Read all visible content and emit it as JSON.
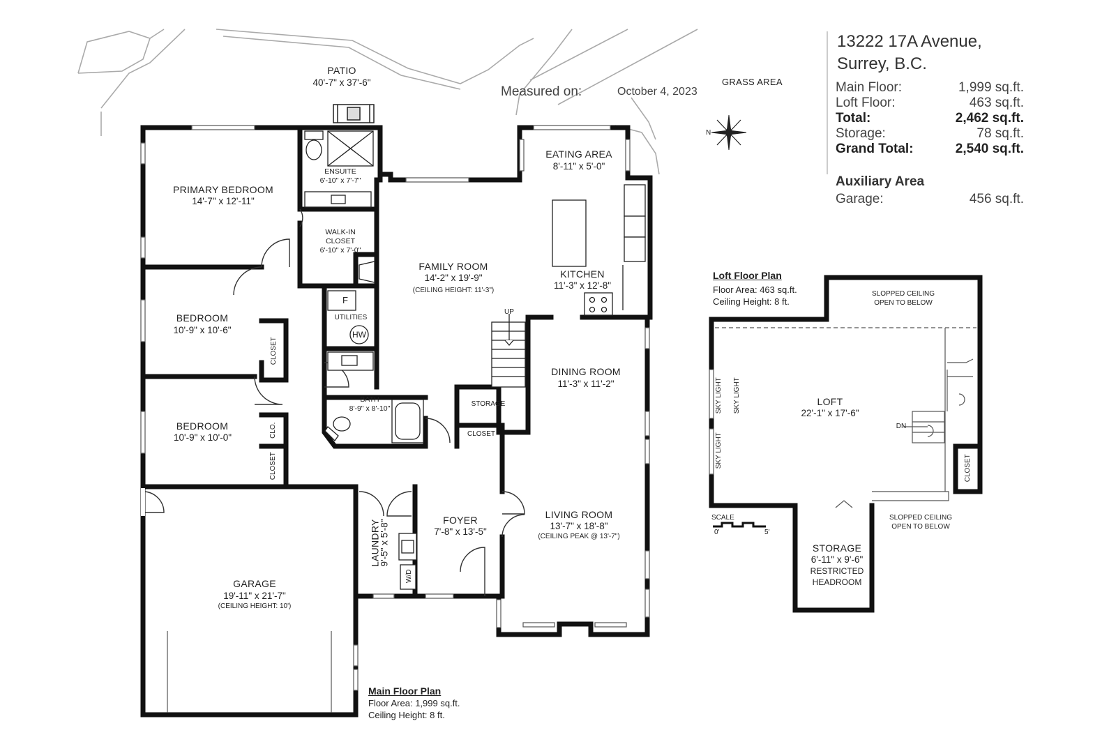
{
  "header": {
    "address_line1": "13222 17A Avenue,",
    "address_line2": "Surrey, B.C."
  },
  "summary": [
    {
      "label": "Main Floor:",
      "value": "1,999 sq.ft.",
      "bold": false
    },
    {
      "label": "Loft Floor:",
      "value": "463 sq.ft.",
      "bold": false
    },
    {
      "label": "Total:",
      "value": "2,462 sq.ft.",
      "bold": true
    },
    {
      "label": "Storage:",
      "value": "78 sq.ft.",
      "bold": false
    },
    {
      "label": "Grand Total:",
      "value": "2,540 sq.ft.",
      "bold": true
    }
  ],
  "auxiliary": {
    "title": "Auxiliary Area",
    "garage_label": "Garage:",
    "garage_value": "456 sq.ft."
  },
  "measured": {
    "label": "Measured on:",
    "date": "October 4, 2023"
  },
  "compass": {
    "letter": "N"
  },
  "main_floor": {
    "title": "Main Floor Plan",
    "area": "Floor Area: 1,999 sq.ft.",
    "ceiling": "Ceiling Height: 8 ft."
  },
  "loft_floor": {
    "title": "Loft Floor Plan",
    "area": "Floor Area: 463 sq.ft.",
    "ceiling": "Ceiling Height: 8 ft."
  },
  "rooms": {
    "patio": {
      "name": "PATIO",
      "dims": "40'-7\" x 37'-6\""
    },
    "grass": {
      "name": "GRASS AREA"
    },
    "primary_bedroom": {
      "name": "PRIMARY BEDROOM",
      "dims": "14'-7\" x 12'-11\""
    },
    "ensuite": {
      "name": "ENSUITE",
      "dims": "6'-10\" x 7'-7\""
    },
    "walkin": {
      "name1": "WALK-IN",
      "name2": "CLOSET",
      "dims": "6'-10\" x 7'-0\""
    },
    "eating": {
      "name": "EATING AREA",
      "dims": "8'-11\" x 5'-0\""
    },
    "family": {
      "name": "FAMILY ROOM",
      "dims": "14'-2\" x 19'-9\"",
      "note": "(CEILING HEIGHT: 11'-3\")"
    },
    "kitchen": {
      "name": "KITCHEN",
      "dims": "11'-3\" x 12'-8\""
    },
    "bedroom1": {
      "name": "BEDROOM",
      "dims": "10'-9\" x 10'-6\""
    },
    "bedroom2": {
      "name": "BEDROOM",
      "dims": "10'-9\" x 10'-0\""
    },
    "utilities": {
      "name": "UTILITIES",
      "furnace": "F",
      "hw": "HW"
    },
    "closet1": {
      "name": "CLOSET"
    },
    "closet_clo": {
      "name": "CLO."
    },
    "closet2": {
      "name": "CLOSET"
    },
    "bath": {
      "name": "BATH",
      "dims": "8'-9\" x 8'-10\""
    },
    "storage_main": {
      "name": "STORAGE"
    },
    "closet_foyer": {
      "name": "CLOSET"
    },
    "dining": {
      "name": "DINING ROOM",
      "dims": "11'-3\" x 11'-2\""
    },
    "living": {
      "name": "LIVING ROOM",
      "dims": "13'-7\" x 18'-8\"",
      "note": "(CEILING PEAK @ 13'-7\")"
    },
    "foyer": {
      "name": "FOYER",
      "dims": "7'-8\" x 13'-5\""
    },
    "laundry": {
      "name": "LAUNDRY",
      "dims": "9'-5\" x 5'-8\"",
      "wd": "W/D"
    },
    "garage": {
      "name": "GARAGE",
      "dims": "19'-11\" x 21'-7\"",
      "note": "(CEILING HEIGHT: 10')"
    },
    "up": {
      "label": "UP"
    },
    "loft": {
      "name": "LOFT",
      "dims": "22'-1\" x 17'-6\""
    },
    "sloped_top": {
      "line1": "SLOPPED CEILING",
      "line2": "OPEN TO BELOW"
    },
    "sloped_bottom": {
      "line1": "SLOPPED CEILING",
      "line2": "OPEN TO BELOW"
    },
    "skylight": {
      "label": "SKY LIGHT"
    },
    "dn": {
      "label": "DN"
    },
    "closet_loft": {
      "name": "CLOSET"
    },
    "storage_loft": {
      "name": "STORAGE",
      "dims": "6'-11\" x 9'-6\"",
      "line2": "RESTRICTED",
      "line3": "HEADROOM"
    }
  },
  "scale": {
    "label": "SCALE",
    "start": "0'",
    "end": "5'"
  }
}
